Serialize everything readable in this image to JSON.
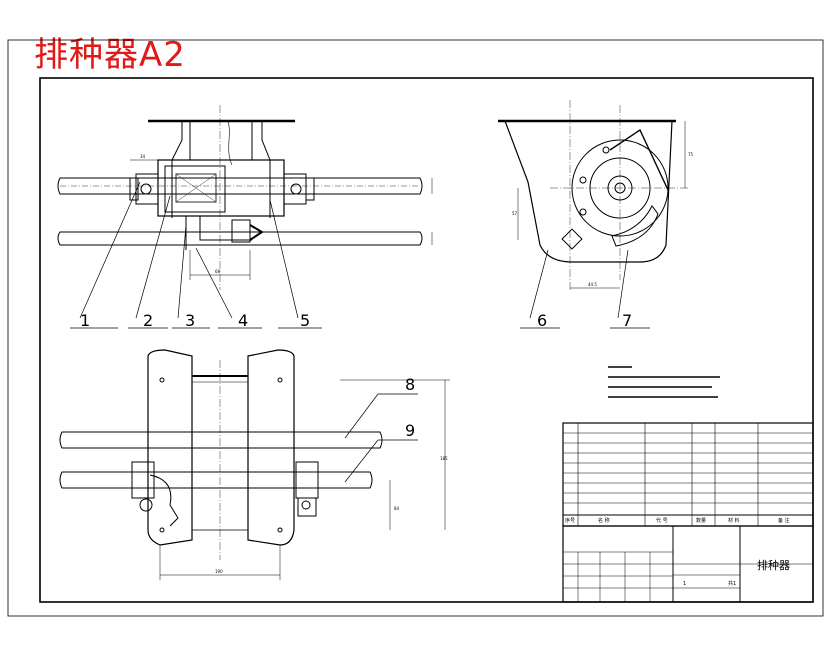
{
  "drawing": {
    "title": "排种器A2",
    "colors": {
      "title": "#e11919",
      "line": "#000000"
    },
    "part_callouts": [
      "1",
      "2",
      "3",
      "4",
      "5",
      "6",
      "7",
      "8",
      "9"
    ],
    "dimensions": {
      "top_view_width": "34",
      "top_view_span": "68",
      "side_height": "75",
      "side_lower": "57",
      "side_bottom": "44.5",
      "bottom_height": "185",
      "bottom_right": "84",
      "bottom_width": "190"
    },
    "title_block_name": "排种器",
    "title_block_scale": "1",
    "title_block_sheet": "共1",
    "bom_header": [
      "序号",
      "名 称",
      "代 号",
      "数量",
      "材 料",
      "备 注"
    ]
  }
}
